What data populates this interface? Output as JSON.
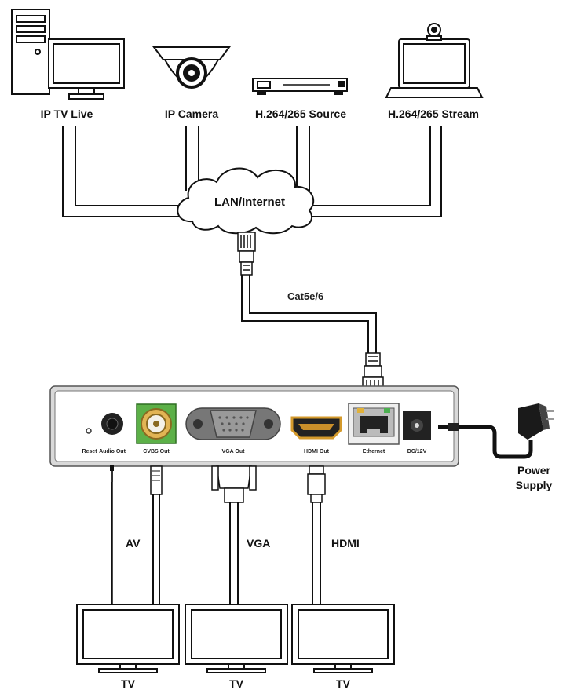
{
  "devices": {
    "ip_tv_live": "IP TV Live",
    "ip_camera": "IP Camera",
    "h264_source": "H.264/265 Source",
    "h264_stream": "H.264/265 Stream"
  },
  "network": {
    "cloud_label": "LAN/Internet",
    "cable_label": "Cat5e/6"
  },
  "decoder_ports": {
    "reset": "Reset",
    "audio_out": "Audio Out",
    "cvbs_out": "CVBS Out",
    "vga_out": "VGA Out",
    "hdmi_out": "HDMI Out",
    "ethernet": "Ethernet",
    "dc": "DC/12V"
  },
  "power": {
    "line1": "Power",
    "line2": "Supply"
  },
  "connections": {
    "av": "AV",
    "vga": "VGA",
    "hdmi": "HDMI"
  },
  "displays": {
    "tv1": "TV",
    "tv2": "TV",
    "tv3": "TV"
  }
}
